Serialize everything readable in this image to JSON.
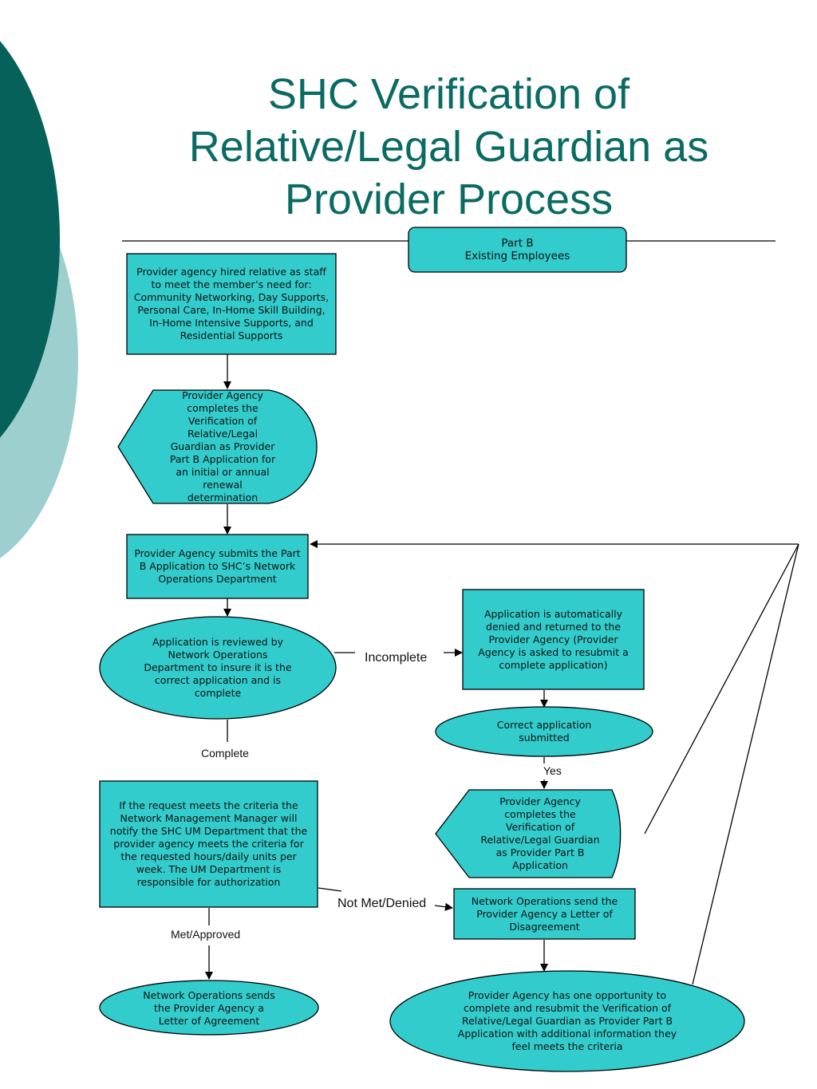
{
  "title": {
    "line1": "SHC Verification of",
    "line2": "Relative/Legal Guardian as",
    "line3": "Provider Process"
  },
  "colors": {
    "node_fill": "#33cccc",
    "title": "#0a6b63",
    "deco_dark": "#05615a",
    "deco_light": "#9ecfcf"
  },
  "nodes": {
    "part_b": "Part B\nExisting Employees",
    "hired": "Provider agency hired relative as staff to meet the member’s need for:\nCommunity Networking, Day Supports, Personal Care, In-Home Skill Building, In-Home Intensive Supports, and Residential Supports",
    "completes_initial": "Provider Agency completes the Verification of Relative/Legal Guardian as Provider Part B Application for an initial or annual renewal determination",
    "submits": "Provider Agency submits the Part B Application to SHC’s Network Operations Department",
    "reviewed": "Application is reviewed by Network Operations Department to insure it is the correct application and is complete",
    "denied_returned": "Application is automatically denied and returned to the Provider Agency (Provider Agency is asked to resubmit a complete application)",
    "correct_submitted": "Correct application submitted",
    "completes_again": "Provider Agency completes the Verification of Relative/Legal Guardian as Provider Part B Application",
    "criteria": "If the request meets the criteria the Network Management Manager will notify the SHC UM Department that the provider agency meets the criteria for the requested hours/daily units per week. The UM Department is responsible for authorization",
    "disagreement": "Network Operations send the Provider Agency a Letter of Disagreement",
    "agreement": "Network Operations sends the Provider Agency a Letter of Agreement",
    "resubmit": "Provider Agency has one opportunity to complete and resubmit the Verification of Relative/Legal Guardian as Provider Part B Application with additional information they feel meets the criteria"
  },
  "edge_labels": {
    "incomplete": "Incomplete",
    "complete": "Complete",
    "yes": "Yes",
    "not_met": "Not Met/Denied",
    "met": "Met/Approved"
  }
}
